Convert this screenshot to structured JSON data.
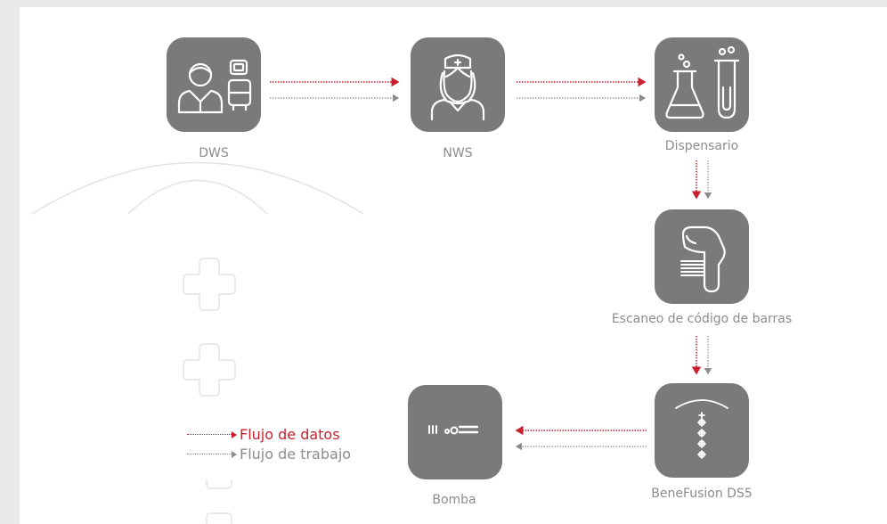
{
  "nodes": {
    "dws": {
      "label": "DWS",
      "icon": "doctor-workstation-icon"
    },
    "nws": {
      "label": "NWS",
      "icon": "nurse-icon"
    },
    "dispensario": {
      "label": "Dispensario",
      "icon": "lab-flask-icon"
    },
    "escaneo": {
      "label": "Escaneo de código de barras",
      "icon": "barcode-scanner-icon"
    },
    "benefusion": {
      "label": "BeneFusion DS5",
      "icon": "infusion-station-icon"
    },
    "bomba": {
      "label": "Bomba",
      "icon": "infusion-pump-icon"
    }
  },
  "legend": {
    "data_flow": "Flujo de datos",
    "work_flow": "Flujo de trabajo"
  },
  "colors": {
    "data_flow": "#c8202f",
    "work_flow": "#8c8c8c",
    "icon_bg": "#7a7a7a",
    "panel_bg": "#ffffff",
    "outer_bg": "#e9e9e9",
    "watermark": "#e6e6e6"
  }
}
